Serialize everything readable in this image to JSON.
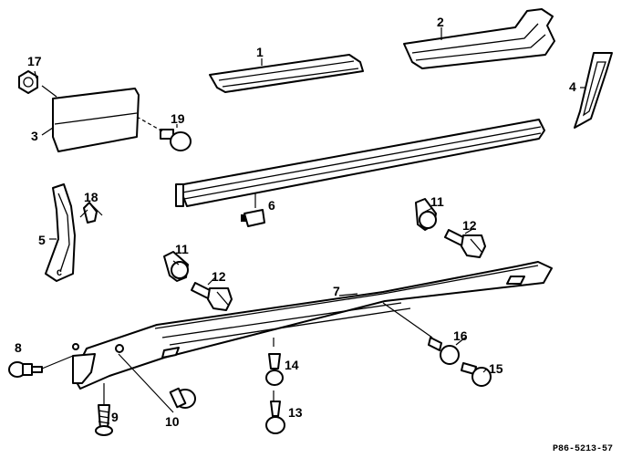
{
  "diagram": {
    "reference_code": "P86-5213-57",
    "callouts": {
      "c1": "1",
      "c2": "2",
      "c3": "3",
      "c4": "4",
      "c5": "5",
      "c6": "6",
      "c7": "7",
      "c8": "8",
      "c9": "9",
      "c10": "10",
      "c11a": "11",
      "c11b": "11",
      "c12a": "12",
      "c12b": "12",
      "c13": "13",
      "c14": "14",
      "c15": "15",
      "c16": "16",
      "c17": "17",
      "c18": "18",
      "c19": "19"
    }
  }
}
